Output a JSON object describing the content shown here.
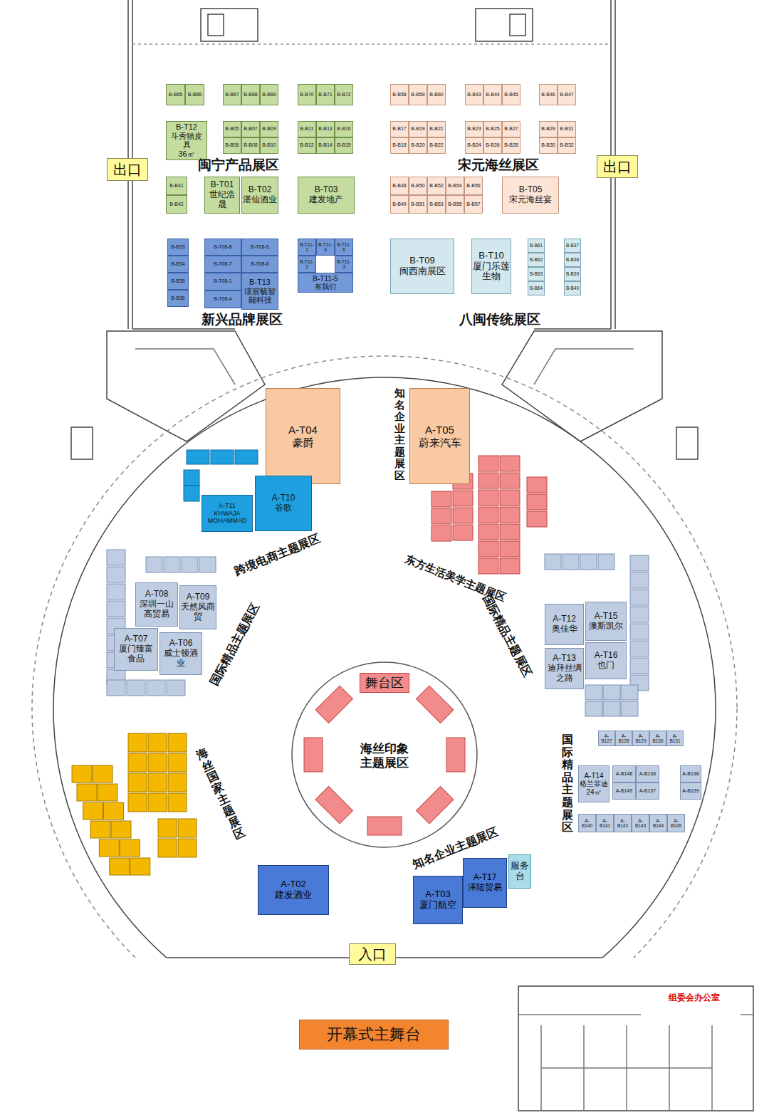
{
  "diagram": {
    "nodes": [
      {
        "text": [
          "出口"
        ]
      },
      {
        "text": [
          "出口"
        ]
      },
      {
        "text": [
          "B-B65"
        ]
      },
      {
        "text": [
          "B-B66"
        ]
      },
      {
        "text": [
          "B-B67"
        ]
      },
      {
        "text": [
          "B-B68"
        ]
      },
      {
        "text": [
          "B-B69"
        ]
      },
      {
        "text": [
          "B-B70"
        ]
      },
      {
        "text": [
          "B-B71"
        ]
      },
      {
        "text": [
          "B-B72"
        ]
      },
      {
        "text": [
          "B-T12",
          "斗秀猫皮具",
          "36㎡"
        ]
      },
      {
        "text": [
          "B-B05"
        ]
      },
      {
        "text": [
          "B-B07"
        ]
      },
      {
        "text": [
          "B-B09"
        ]
      },
      {
        "text": [
          "B-B06"
        ]
      },
      {
        "text": [
          "B-B08"
        ]
      },
      {
        "text": [
          "B-B10"
        ]
      },
      {
        "text": [
          "B-B11"
        ]
      },
      {
        "text": [
          "B-B13"
        ]
      },
      {
        "text": [
          "B-B16"
        ]
      },
      {
        "text": [
          "B-B12"
        ]
      },
      {
        "text": [
          "B-B14"
        ]
      },
      {
        "text": [
          "B-B15"
        ]
      },
      {
        "text": [
          "B-B41"
        ]
      },
      {
        "text": [
          "B-B42"
        ]
      },
      {
        "text": [
          "B-T01",
          "世纪浩晟"
        ]
      },
      {
        "text": [
          "B-T02",
          "湛仙酒业"
        ]
      },
      {
        "text": [
          "B-T03",
          "建发地产"
        ]
      },
      {
        "text": [
          "B-B58"
        ]
      },
      {
        "text": [
          "B-B59"
        ]
      },
      {
        "text": [
          "B-B60"
        ]
      },
      {
        "text": [
          "B-B43"
        ]
      },
      {
        "text": [
          "B-B44"
        ]
      },
      {
        "text": [
          "B-B45"
        ]
      },
      {
        "text": [
          "B-B46"
        ]
      },
      {
        "text": [
          "B-B47"
        ]
      },
      {
        "text": [
          "B-B17"
        ]
      },
      {
        "text": [
          "B-B19"
        ]
      },
      {
        "text": [
          "B-B21"
        ]
      },
      {
        "text": [
          "B-B18"
        ]
      },
      {
        "text": [
          "B-B20"
        ]
      },
      {
        "text": [
          "B-B22"
        ]
      },
      {
        "text": [
          "B-B23"
        ]
      },
      {
        "text": [
          "B-B25"
        ]
      },
      {
        "text": [
          "B-B27"
        ]
      },
      {
        "text": [
          "B-B24"
        ]
      },
      {
        "text": [
          "B-B26"
        ]
      },
      {
        "text": [
          "B-B28"
        ]
      },
      {
        "text": [
          "B-B29"
        ]
      },
      {
        "text": [
          "B-B31"
        ]
      },
      {
        "text": [
          "B-B30"
        ]
      },
      {
        "text": [
          "B-B32"
        ]
      },
      {
        "text": [
          "B-B48"
        ]
      },
      {
        "text": [
          "B-B50"
        ]
      },
      {
        "text": [
          "B-B52"
        ]
      },
      {
        "text": [
          "B-B54"
        ]
      },
      {
        "text": [
          "B-B56"
        ]
      },
      {
        "text": [
          "B-B49"
        ]
      },
      {
        "text": [
          "B-B51"
        ]
      },
      {
        "text": [
          "B-B53"
        ]
      },
      {
        "text": [
          "B-B55"
        ]
      },
      {
        "text": [
          "B-B57"
        ]
      },
      {
        "text": [
          "B-T05",
          "宋元海丝宴"
        ]
      },
      {
        "text": [
          "B-B33"
        ]
      },
      {
        "text": [
          "B-B34"
        ]
      },
      {
        "text": [
          "B-B35"
        ]
      },
      {
        "text": [
          "B-B36"
        ]
      },
      {
        "text": [
          "B-T08-8"
        ]
      },
      {
        "text": [
          "B-T08-5"
        ]
      },
      {
        "text": [
          "B-T08-7"
        ]
      },
      {
        "text": [
          "B-T08-6"
        ]
      },
      {
        "text": [
          "B-T08-1"
        ]
      },
      {
        "text": [
          "B-T08-4"
        ]
      },
      {
        "text": [
          "B-T13",
          "璟宸毓智能科技"
        ]
      },
      {
        "text": [
          "B-T11-1"
        ]
      },
      {
        "text": [
          "B-T11-4"
        ]
      },
      {
        "text": [
          "B-T11-6"
        ]
      },
      {
        "text": [
          "B-T11-2"
        ]
      },
      {
        "text": [
          "B-T11-3"
        ]
      },
      {
        "text": [
          "B-T11-5",
          "有我们"
        ]
      },
      {
        "text": [
          "B-T09",
          "闽西南展区"
        ]
      },
      {
        "text": [
          "B-T10",
          "厦门乐莲生物"
        ]
      },
      {
        "text": [
          "B-B61"
        ]
      },
      {
        "text": [
          "B-B62"
        ]
      },
      {
        "text": [
          "B-B63"
        ]
      },
      {
        "text": [
          "B-B64"
        ]
      },
      {
        "text": [
          "B-B37"
        ]
      },
      {
        "text": [
          "B-B38"
        ]
      },
      {
        "text": [
          "B-B39"
        ]
      },
      {
        "text": [
          "B-B40"
        ]
      },
      {
        "text": [
          "A-T04",
          "豪爵"
        ]
      },
      {
        "text": [
          "A-T05",
          "蔚来汽车"
        ]
      },
      {
        "text": [
          "A-T10",
          "谷歌"
        ]
      },
      {
        "text": [
          "A-T11",
          "KHWAJA MOHAMMAD"
        ]
      },
      {
        "text": [
          "A-T08",
          "深圳一山高贸易"
        ]
      },
      {
        "text": [
          "A-T09",
          "天然风商贸"
        ]
      },
      {
        "text": [
          "A-T07",
          "厦门臻富食品"
        ]
      },
      {
        "text": [
          "A-T06",
          "威士顿酒业"
        ]
      },
      {
        "text": [
          "A-T12",
          "奥佳华"
        ]
      },
      {
        "text": [
          "A-T15",
          "澳斯凯尔"
        ]
      },
      {
        "text": [
          "A-T13",
          "迪拜丝绸之路"
        ]
      },
      {
        "text": [
          "A-T16",
          "也门"
        ]
      },
      {
        "text": [
          "A-B127"
        ]
      },
      {
        "text": [
          "A-B128"
        ]
      },
      {
        "text": [
          "A-B129"
        ]
      },
      {
        "text": [
          "A-B130"
        ]
      },
      {
        "text": [
          "A-B131"
        ]
      },
      {
        "text": [
          "A-T14",
          "格兰菲迪",
          "24㎡"
        ]
      },
      {
        "text": [
          "A-B148"
        ]
      },
      {
        "text": [
          "A-B136"
        ]
      },
      {
        "text": [
          "A-B149"
        ]
      },
      {
        "text": [
          "A-B137"
        ]
      },
      {
        "text": [
          "A-B138"
        ]
      },
      {
        "text": [
          "A-B139"
        ]
      },
      {
        "text": [
          "A-B140"
        ]
      },
      {
        "text": [
          "A-B141"
        ]
      },
      {
        "text": [
          "A-B142"
        ]
      },
      {
        "text": [
          "A-B143"
        ]
      },
      {
        "text": [
          "A-B144"
        ]
      },
      {
        "text": [
          "A-B145"
        ]
      },
      {
        "text": [
          "A-T02",
          "建发酒业"
        ]
      },
      {
        "text": [
          "A-T03",
          "厦门航空"
        ]
      },
      {
        "text": [
          "A-T17",
          "泽陆贸易"
        ]
      },
      {
        "text": [
          "服务台"
        ]
      },
      {
        "text": [
          "入口"
        ]
      },
      {
        "text": [
          "舞台区"
        ]
      },
      {
        "text": [
          "开幕式主舞台"
        ]
      }
    ],
    "labels": [
      "闽宁产品展区",
      "宋元海丝展区",
      "新兴品牌展区",
      "八闽传统展区",
      "知名企业主题展区",
      "跨境电商主题展区",
      "东方生活美学主题展区",
      "国际精品主题展区",
      "国际精品主题展区",
      "国际精品主题展区",
      "海丝国家主题展区",
      "知名企业主题展区",
      "海丝印象主题展区",
      "组委会办公室"
    ]
  }
}
